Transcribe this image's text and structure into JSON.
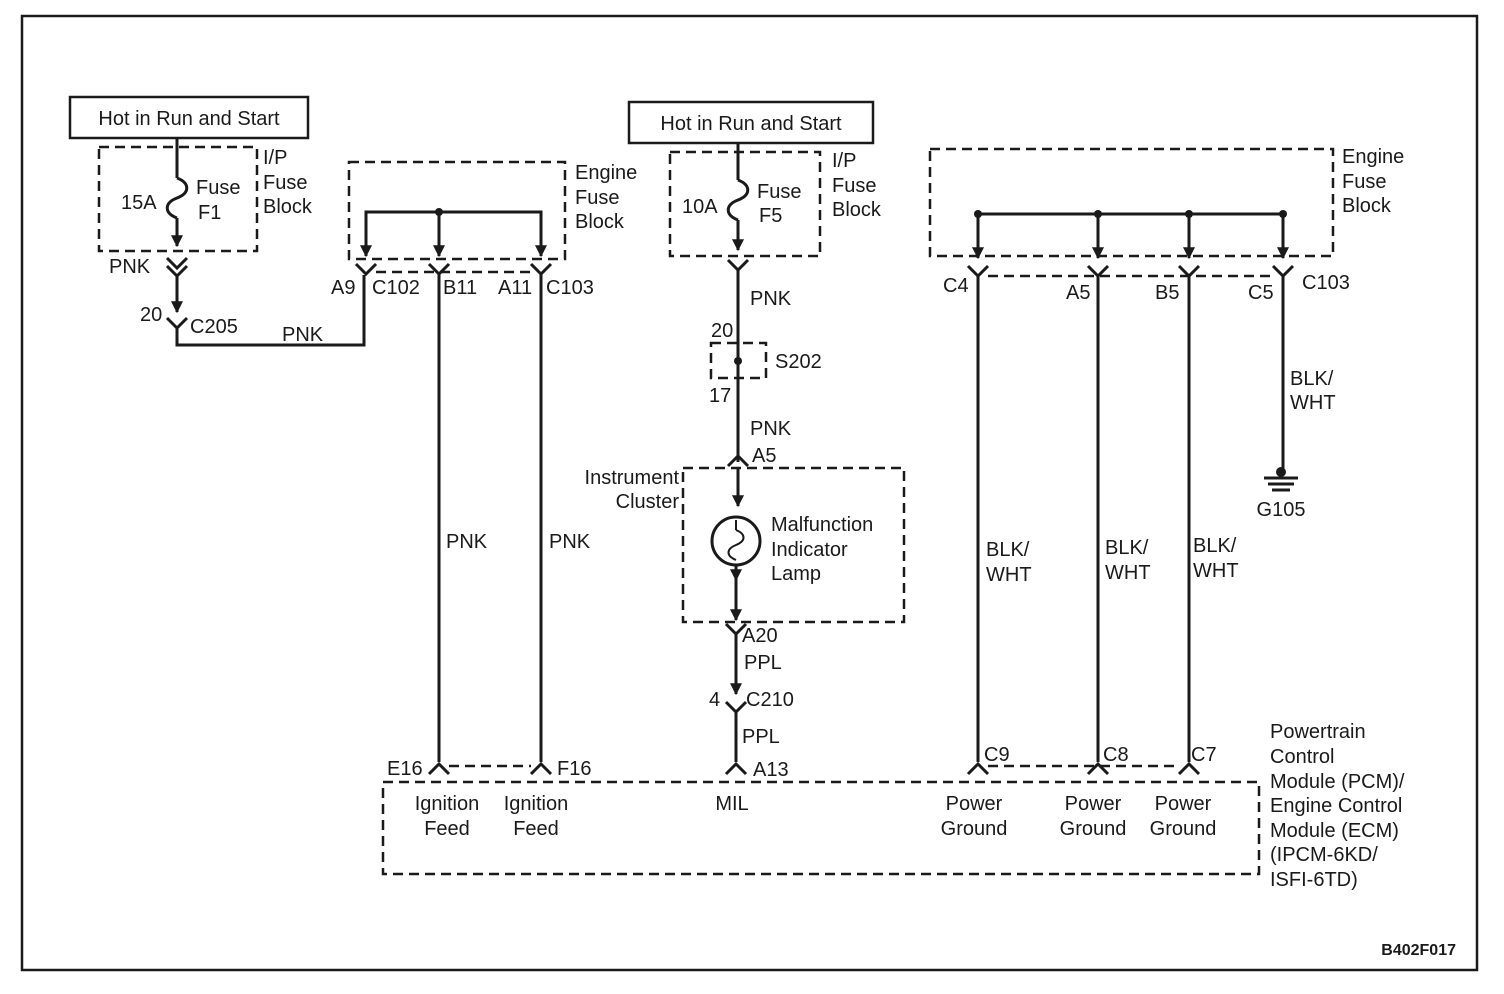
{
  "headers": {
    "left": "Hot in Run and Start",
    "center": "Hot in Run and Start"
  },
  "fuses": {
    "f1": {
      "rating": "15A",
      "name": "Fuse",
      "id": "F1",
      "block": [
        "I/P",
        "Fuse",
        "Block"
      ]
    },
    "f5": {
      "rating": "10A",
      "name": "Fuse",
      "id": "F5",
      "block": [
        "I/P",
        "Fuse",
        "Block"
      ]
    }
  },
  "engine_fuse_block": [
    "Engine",
    "Fuse",
    "Block"
  ],
  "connectors": {
    "c205": "C205",
    "c205_pin": "20",
    "c102": "C102",
    "c103": "C103",
    "a9": "A9",
    "b11": "B11",
    "a11": "A11",
    "c4": "C4",
    "a5_right": "A5",
    "b5": "B5",
    "c5": "C5",
    "s202": "S202",
    "s202_in": "20",
    "s202_out": "17",
    "a5": "A5",
    "a20": "A20",
    "c210": "C210",
    "c210_pin": "4",
    "e16": "E16",
    "f16": "F16",
    "a13": "A13",
    "c9": "C9",
    "c8": "C8",
    "c7": "C7",
    "g105": "G105"
  },
  "wires": {
    "pnk": "PNK",
    "ppl": "PPL",
    "blk_wht": [
      "BLK/",
      "WHT"
    ]
  },
  "instrument_cluster": [
    "Instrument",
    "Cluster"
  ],
  "mil_lamp": [
    "Malfunction",
    "Indicator",
    "Lamp"
  ],
  "pcm_pins": {
    "ign1": [
      "Ignition",
      "Feed"
    ],
    "ign2": [
      "Ignition",
      "Feed"
    ],
    "mil": "MIL",
    "pg1": [
      "Power",
      "Ground"
    ],
    "pg2": [
      "Power",
      "Ground"
    ],
    "pg3": [
      "Power",
      "Ground"
    ]
  },
  "pcm_label": [
    "Powertrain",
    "Control",
    "Module (PCM)/",
    "Engine Control",
    "Module (ECM)",
    "(IPCM-6KD/",
    "ISFI-6TD)"
  ],
  "figure_id": "B402F017"
}
